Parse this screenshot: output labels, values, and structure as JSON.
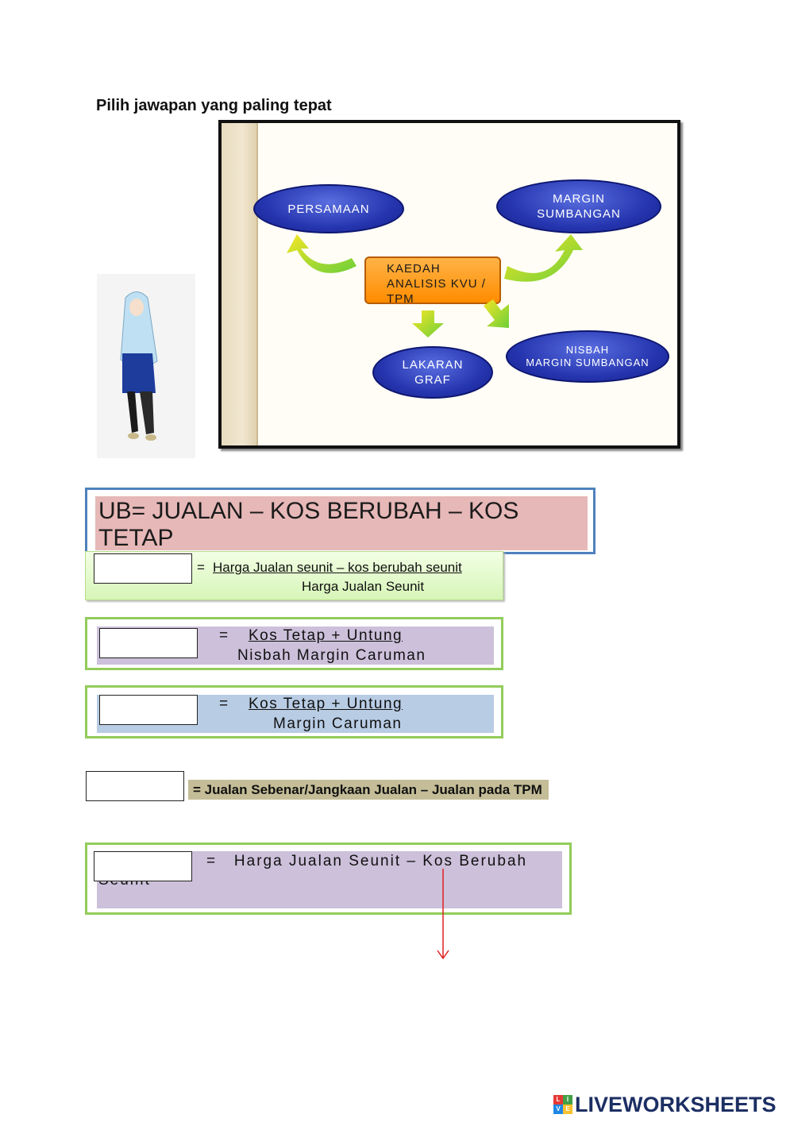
{
  "instruction": "Pilih jawapan yang paling tepat",
  "diagram": {
    "center": "KAEDAH\nANALISIS KVU /\nTPM",
    "ovals": {
      "persamaan": "PERSAMAAN",
      "margin_sumbangan": "MARGIN\nSUMBANGAN",
      "lakaran_graf": "LAKARAN\nGRAF",
      "nisbah": "NISBAH\nMARGIN  SUMBANGAN"
    },
    "colors": {
      "oval": "#2636b0",
      "center": "#ff9a1a",
      "arrow_yellow": "#f5e625",
      "arrow_green": "#6ccf3a"
    }
  },
  "formulas": {
    "ub": "UB= JUALAN – KOS BERUBAH – KOS TETAP",
    "nisbah_margin_caruman": {
      "equals": "=",
      "numerator": "Harga Jualan seunit – kos berubah seunit",
      "denominator": "Harga Jualan Seunit"
    },
    "jualan_tpm_nisbah": {
      "equals": "=",
      "numerator": "Kos Tetap + Untung",
      "denominator": "Nisbah Margin Caruman"
    },
    "unit_tpm": {
      "equals": "=",
      "numerator": "Kos Tetap + Untung",
      "denominator": "Margin Caruman"
    },
    "margin_keselamatan": "= Jualan Sebenar/Jangkaan Jualan – Jualan pada TPM",
    "margin_caruman": {
      "line1": "=   Harga Jualan Seunit – Kos Berubah",
      "line2": "Seunit"
    }
  },
  "brand": {
    "name": "LIVEWORKSHEETS",
    "logo_letters": [
      "L",
      "I",
      "V",
      "E"
    ]
  }
}
